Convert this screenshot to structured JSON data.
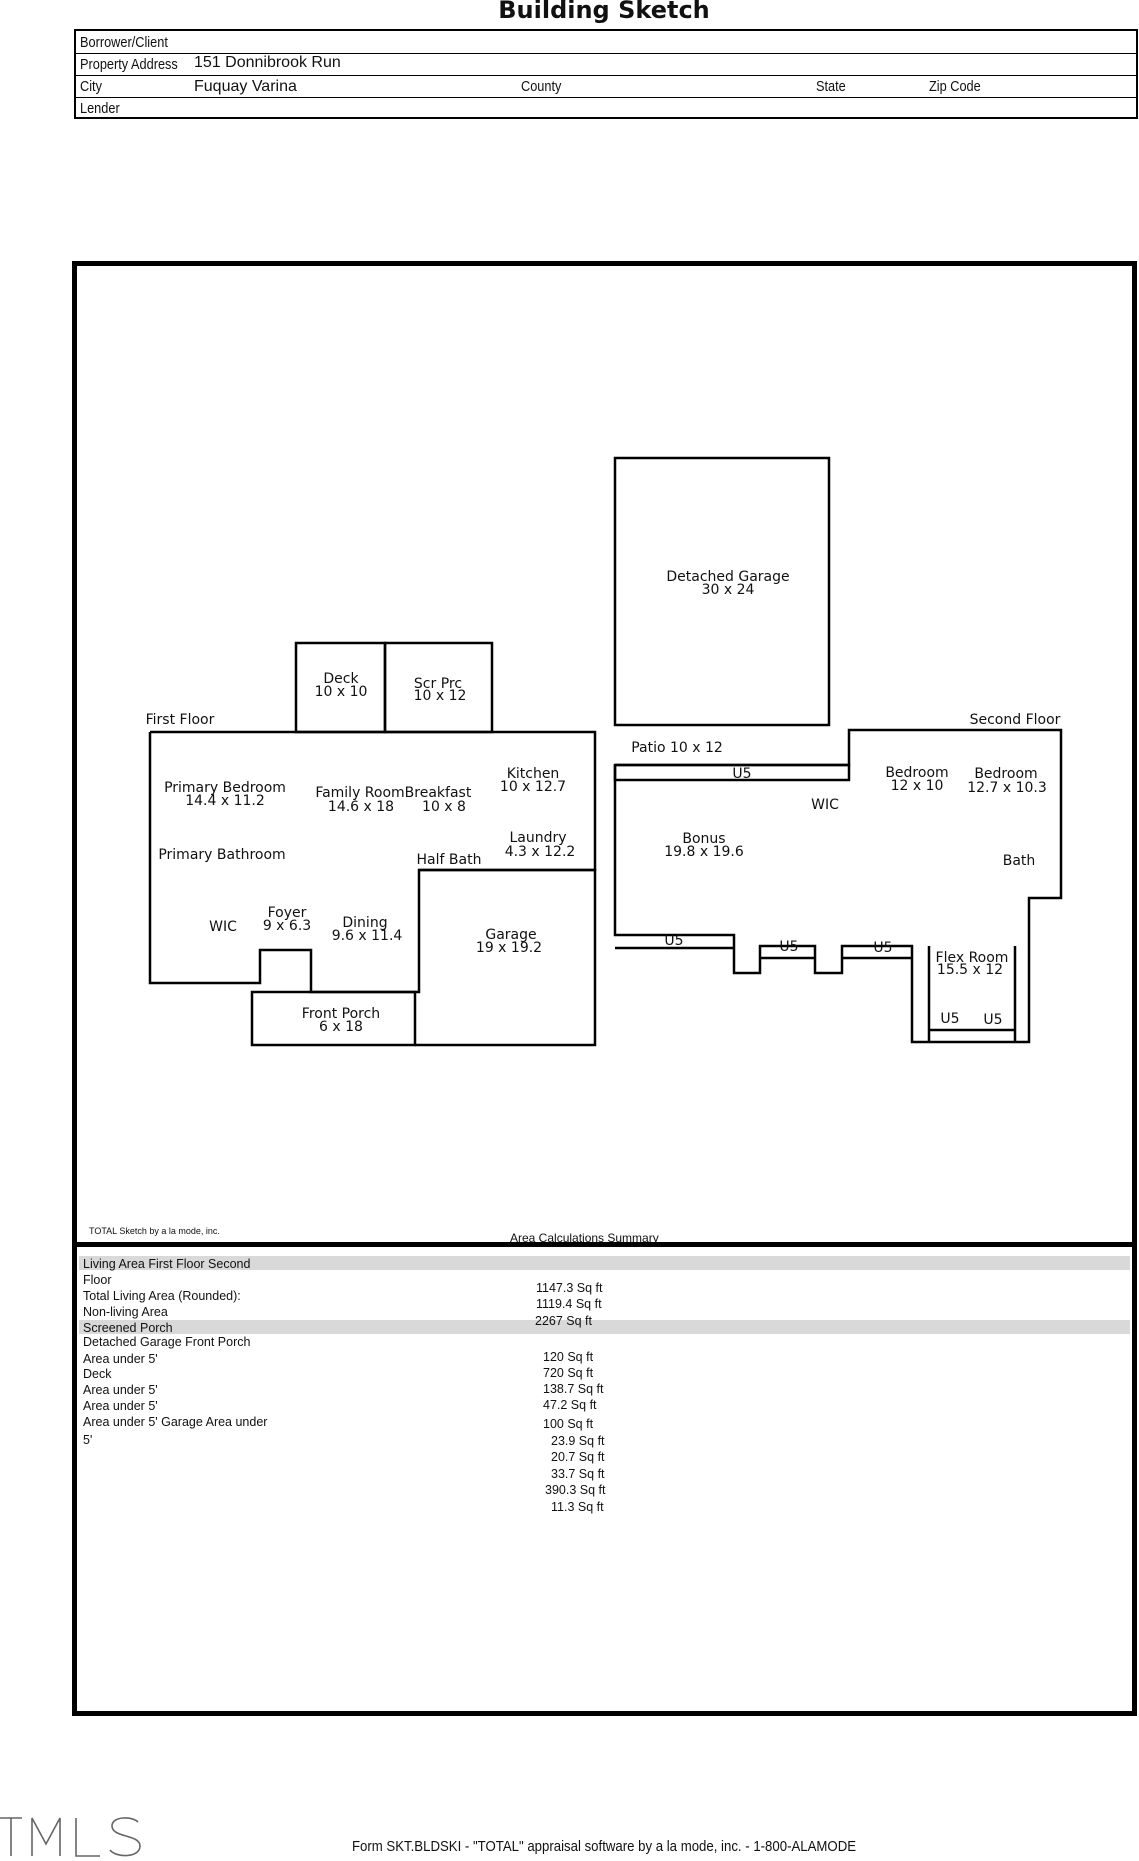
{
  "title": "Building Sketch",
  "header": {
    "borrower_label": "Borrower/Client",
    "borrower_value": "",
    "address_label": "Property Address",
    "address_value": "151 Donnibrook Run",
    "city_label": "City",
    "city_value": "Fuquay Varina",
    "county_label": "County",
    "county_value": "",
    "state_label": "State",
    "state_value": "",
    "zip_label": "Zip Code",
    "zip_value": "",
    "lender_label": "Lender",
    "lender_value": ""
  },
  "plan": {
    "first_floor_label": "First Floor",
    "second_floor_label": "Second Floor",
    "rooms": {
      "detached_garage": {
        "name": "Detached Garage",
        "dims": "30 x 24"
      },
      "deck": {
        "name": "Deck",
        "dims": "10 x 10"
      },
      "scr_prc": {
        "name": "Scr Prc",
        "dims": "10 x 12"
      },
      "primary_bedroom": {
        "name": "Primary Bedroom",
        "dims": "14.4 x 11.2"
      },
      "family_room": {
        "name": "Family Room",
        "dims": "14.6 x 18"
      },
      "breakfast": {
        "name": "Breakfast",
        "dims": "10 x 8"
      },
      "kitchen": {
        "name": "Kitchen",
        "dims": "10 x 12.7"
      },
      "laundry": {
        "name": "Laundry",
        "dims": "4.3 x 12.2"
      },
      "primary_bathroom": {
        "name": "Primary Bathroom"
      },
      "half_bath": {
        "name": "Half Bath"
      },
      "wic_first": {
        "name": "WIC"
      },
      "foyer": {
        "name": "Foyer",
        "dims": "9 x 6.3"
      },
      "dining": {
        "name": "Dining",
        "dims": "9.6 x 11.4"
      },
      "garage": {
        "name": "Garage",
        "dims": "19 x 19.2"
      },
      "front_porch": {
        "name": "Front Porch",
        "dims": "6 x 18"
      },
      "patio": {
        "name": "Patio 10 x 12"
      },
      "bonus": {
        "name": "Bonus",
        "dims": "19.8 x 19.6"
      },
      "wic_second": {
        "name": "WIC"
      },
      "bedroom_1": {
        "name": "Bedroom",
        "dims": "12 x 10"
      },
      "bedroom_2": {
        "name": "Bedroom",
        "dims": "12.7 x 10.3"
      },
      "bath": {
        "name": "Bath"
      },
      "flex_room": {
        "name": "Flex Room",
        "dims": "15.5 x 12"
      },
      "u5": "U5"
    }
  },
  "software_note": "TOTAL Sketch by a la mode, inc.",
  "summary": {
    "title": "Area Calculations Summary",
    "lines": [
      "Living   Area   First   Floor   Second",
      "Floor",
      "Total Living Area (Rounded):",
      "Non-living Area",
      "Screened Porch",
      "Detached   Garage   Front   Porch",
      "Area under 5'",
      "Deck",
      "Area under 5'",
      "Area under 5'",
      "Area under 5' Garage Area under",
      "5'"
    ],
    "values": [
      "1147.3  Sq  ft",
      "1119.4 Sq ft",
      "2267 Sq ft",
      "120   Sq   ft",
      "720   Sq   ft",
      "138.7  Sq  ft",
      "47.2 Sq ft",
      "100 Sq ft",
      "23.9 Sq ft",
      "20.7 Sq ft",
      "33.7 Sq ft",
      "390.3 Sq ft",
      "11.3 Sq ft"
    ]
  },
  "logo_text": "TMLS",
  "footer": "Form SKT.BLDSKI - \"TOTAL\" appraisal software by a la mode, inc. - 1-800-ALAMODE"
}
